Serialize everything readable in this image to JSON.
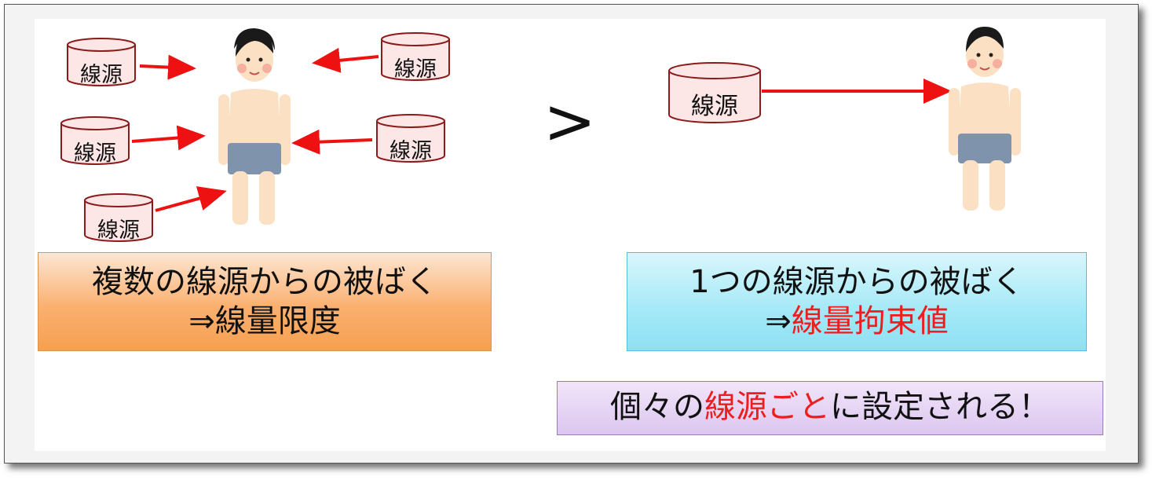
{
  "source_label": "線源",
  "comparison_symbol": ">",
  "left_box": {
    "line1": "複数の線源からの被ばく",
    "line2": "⇒線量限度"
  },
  "right_box": {
    "line1": "1つの線源からの被ばく",
    "line2_prefix": "⇒",
    "line2_highlight": "線量拘束値"
  },
  "note_box": {
    "part1": "個々の",
    "highlight": "線源ごと",
    "part2": "に設定される！"
  },
  "colors": {
    "highlight": "#ef1d1d",
    "arrow": "#ee1111",
    "source_fill": "#fde6e6",
    "source_stroke": "#8b1a1a",
    "left_box": "#fbb070",
    "right_box": "#a3e9f7",
    "note_box": "#dcc6ef"
  },
  "icons": [
    "cylinder-source-icon",
    "person-figure-icon"
  ]
}
